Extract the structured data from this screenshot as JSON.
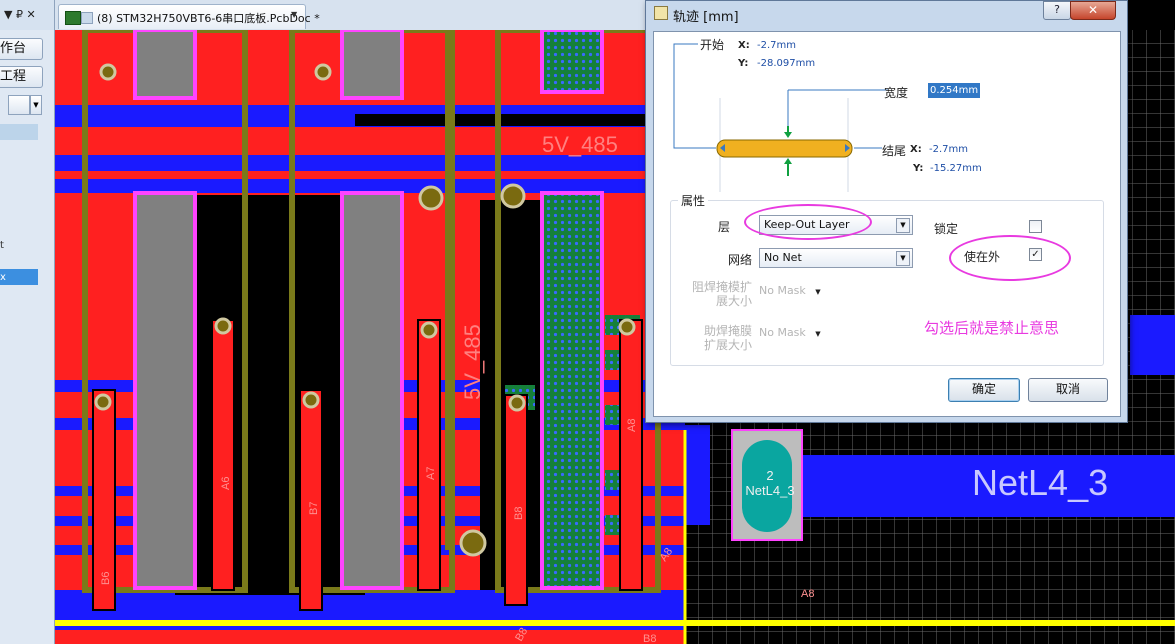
{
  "left_panel": {
    "pin_glyph": "▼ ₽ ✕",
    "items": [
      {
        "label": "作台"
      },
      {
        "label": "工程"
      }
    ],
    "side_marks": [
      "t",
      "x"
    ]
  },
  "document_tab": {
    "label": "(8) STM32H750VBT6-6串口底板.PcbDoc *",
    "dropdown": "▼"
  },
  "pcb": {
    "net_labels": [
      "5V_485",
      "5V_485",
      "NetL4_3"
    ],
    "pad": {
      "number": "2",
      "net": "NetL4_3"
    },
    "pin_labels": [
      "B6",
      "A6",
      "B7",
      "A7",
      "B8",
      "A8",
      "A8",
      "A8",
      "B8",
      "B8"
    ],
    "colors": {
      "top_layer": "#ff2020",
      "bottom_layer": "#1a1aff",
      "keepout": "#7a7a1a",
      "board_edge": "#ffff00",
      "silk_selected": "#ff44ff"
    }
  },
  "dialog": {
    "title": "轨迹 [mm]",
    "help": "?",
    "close": "✕",
    "start": {
      "label": "开始",
      "x_key": "X:",
      "x_value": "-2.7mm",
      "y_key": "Y:",
      "y_value": "-28.097mm"
    },
    "width": {
      "label": "宽度",
      "value": "0.254mm"
    },
    "end": {
      "label": "结尾",
      "x_key": "X:",
      "x_value": "-2.7mm",
      "y_key": "Y:",
      "y_value": "-15.27mm"
    },
    "properties": {
      "section_label": "属性",
      "layer_label": "层",
      "layer_value": "Keep-Out Layer",
      "net_label": "网络",
      "net_value": "No Net",
      "locked_label": "锁定",
      "locked": false,
      "keepout_label": "使在外",
      "keepout": true,
      "solder_mask_label_1": "阻焊掩模扩",
      "solder_mask_label_2": "展大小",
      "solder_mask_value": "No Mask",
      "paste_mask_label_1": "助焊掩膜",
      "paste_mask_label_2": "扩展大小",
      "paste_mask_value": "No Mask"
    },
    "annotation": "勾选后就是禁止意思",
    "ok": "确定",
    "cancel": "取消"
  }
}
